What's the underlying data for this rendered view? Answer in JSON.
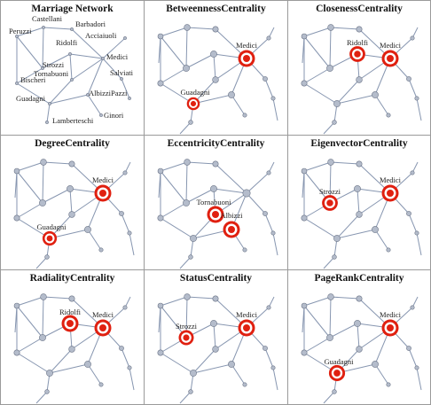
{
  "panels": [
    {
      "title": "Marriage Network",
      "show_labels": true,
      "highlight": [],
      "labels": [
        "Castellani",
        "Barbadori",
        "Peruzzi",
        "Acciaiuoli",
        "Ridolfi",
        "Medici",
        "Strozzi",
        "Salviati",
        "Tornabuoni",
        "Bischeri",
        "Albizzi",
        "Pazzi",
        "Guadagni",
        "Ginori",
        "Lamberteschi"
      ]
    },
    {
      "title": "BetweennessCentrality",
      "show_labels": false,
      "highlight": [
        {
          "node": "Medici",
          "label": "Medici",
          "level": 1.0
        },
        {
          "node": "Guadagni",
          "label": "Guadagni",
          "level": 0.45
        }
      ]
    },
    {
      "title": "ClosenessCentrality",
      "show_labels": false,
      "highlight": [
        {
          "node": "Ridolfi",
          "label": "Ridolfi",
          "level": 0.85
        },
        {
          "node": "Medici",
          "label": "Medici",
          "level": 1.0
        }
      ]
    },
    {
      "title": "DegreeCentrality",
      "show_labels": false,
      "highlight": [
        {
          "node": "Medici",
          "label": "Medici",
          "level": 1.0
        },
        {
          "node": "Guadagni",
          "label": "Guadagni",
          "level": 0.65
        }
      ]
    },
    {
      "title": "EccentricityCentrality",
      "show_labels": false,
      "highlight": [
        {
          "node": "Tornabuoni",
          "label": "Tornabuoni",
          "level": 1.0
        },
        {
          "node": "Albizzi",
          "label": "Albizzi",
          "level": 1.0
        }
      ]
    },
    {
      "title": "EigenvectorCentrality",
      "show_labels": false,
      "highlight": [
        {
          "node": "Strozzi",
          "label": "Strozzi",
          "level": 0.85
        },
        {
          "node": "Medici",
          "label": "Medici",
          "level": 1.0
        }
      ]
    },
    {
      "title": "RadialityCentrality",
      "show_labels": false,
      "highlight": [
        {
          "node": "Ridolfi",
          "label": "Ridolfi",
          "level": 1.0
        },
        {
          "node": "Medici",
          "label": "Medici",
          "level": 1.0
        }
      ]
    },
    {
      "title": "StatusCentrality",
      "show_labels": false,
      "highlight": [
        {
          "node": "Strozzi",
          "label": "Strozzi",
          "level": 0.75
        },
        {
          "node": "Medici",
          "label": "Medici",
          "level": 1.0
        }
      ]
    },
    {
      "title": "PageRankCentrality",
      "show_labels": false,
      "highlight": [
        {
          "node": "Medici",
          "label": "Medici",
          "level": 1.0
        },
        {
          "node": "Guadagni",
          "label": "Guadagni",
          "level": 0.9
        }
      ]
    }
  ],
  "colors": {
    "edge": "#8796b0",
    "node_fill": "#b4bccb",
    "node_stroke": "#6a7386",
    "highlight_ring": "#e02010",
    "highlight_center": "#ffffff",
    "panel_border": "#9a9a9a"
  }
}
